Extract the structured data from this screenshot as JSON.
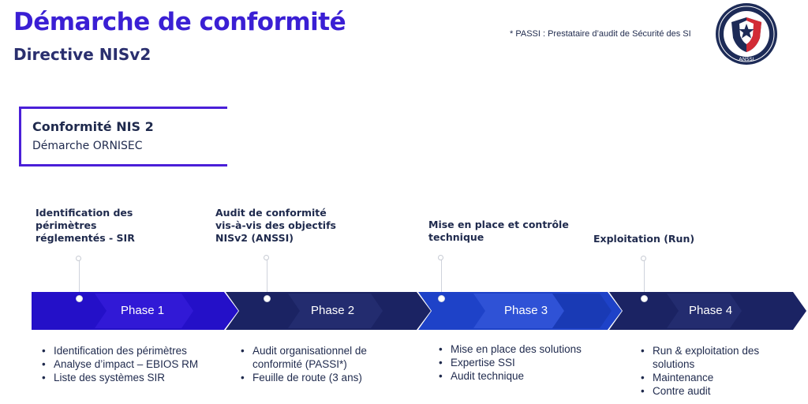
{
  "header": {
    "title": "Démarche de conformité",
    "subtitle": "Directive NISv2",
    "note": "* PASSI : Prestataire d’audit de Sécurité des SI",
    "logo_text": "ANSSI"
  },
  "box": {
    "title": "Conformité NIS 2",
    "subtitle": "Démarche ORNISEC"
  },
  "colors": {
    "title": "#3a1fd4",
    "text": "#1f2a4d",
    "phase1": "#2410c8",
    "phase2": "#1b2363",
    "phase3": "#1e42c8",
    "phase4": "#1b2363"
  },
  "phases": [
    {
      "heading": [
        "Identification des",
        "périmètres",
        "réglementés - SIR"
      ],
      "label": "Phase 1",
      "bullets": [
        "Identification des périmètres",
        "Analyse d’impact – EBIOS RM",
        "Liste des systèmes SIR"
      ]
    },
    {
      "heading": [
        "Audit de conformité",
        "vis-à-vis des objectifs",
        "NISv2 (ANSSI)"
      ],
      "label": "Phase 2",
      "bullets": [
        "Audit organisationnel de",
        "conformité (PASSI*)",
        "Feuille de route (3 ans)"
      ]
    },
    {
      "heading": [
        "Mise en place et contrôle",
        "technique"
      ],
      "label": "Phase 3",
      "bullets": [
        "Mise en place des solutions",
        "Expertise SSI",
        "Audit technique"
      ]
    },
    {
      "heading": [
        "Exploitation (Run)"
      ],
      "label": "Phase 4",
      "bullets": [
        "Run & exploitation des",
        "solutions",
        "Maintenance",
        "Contre audit"
      ]
    }
  ]
}
